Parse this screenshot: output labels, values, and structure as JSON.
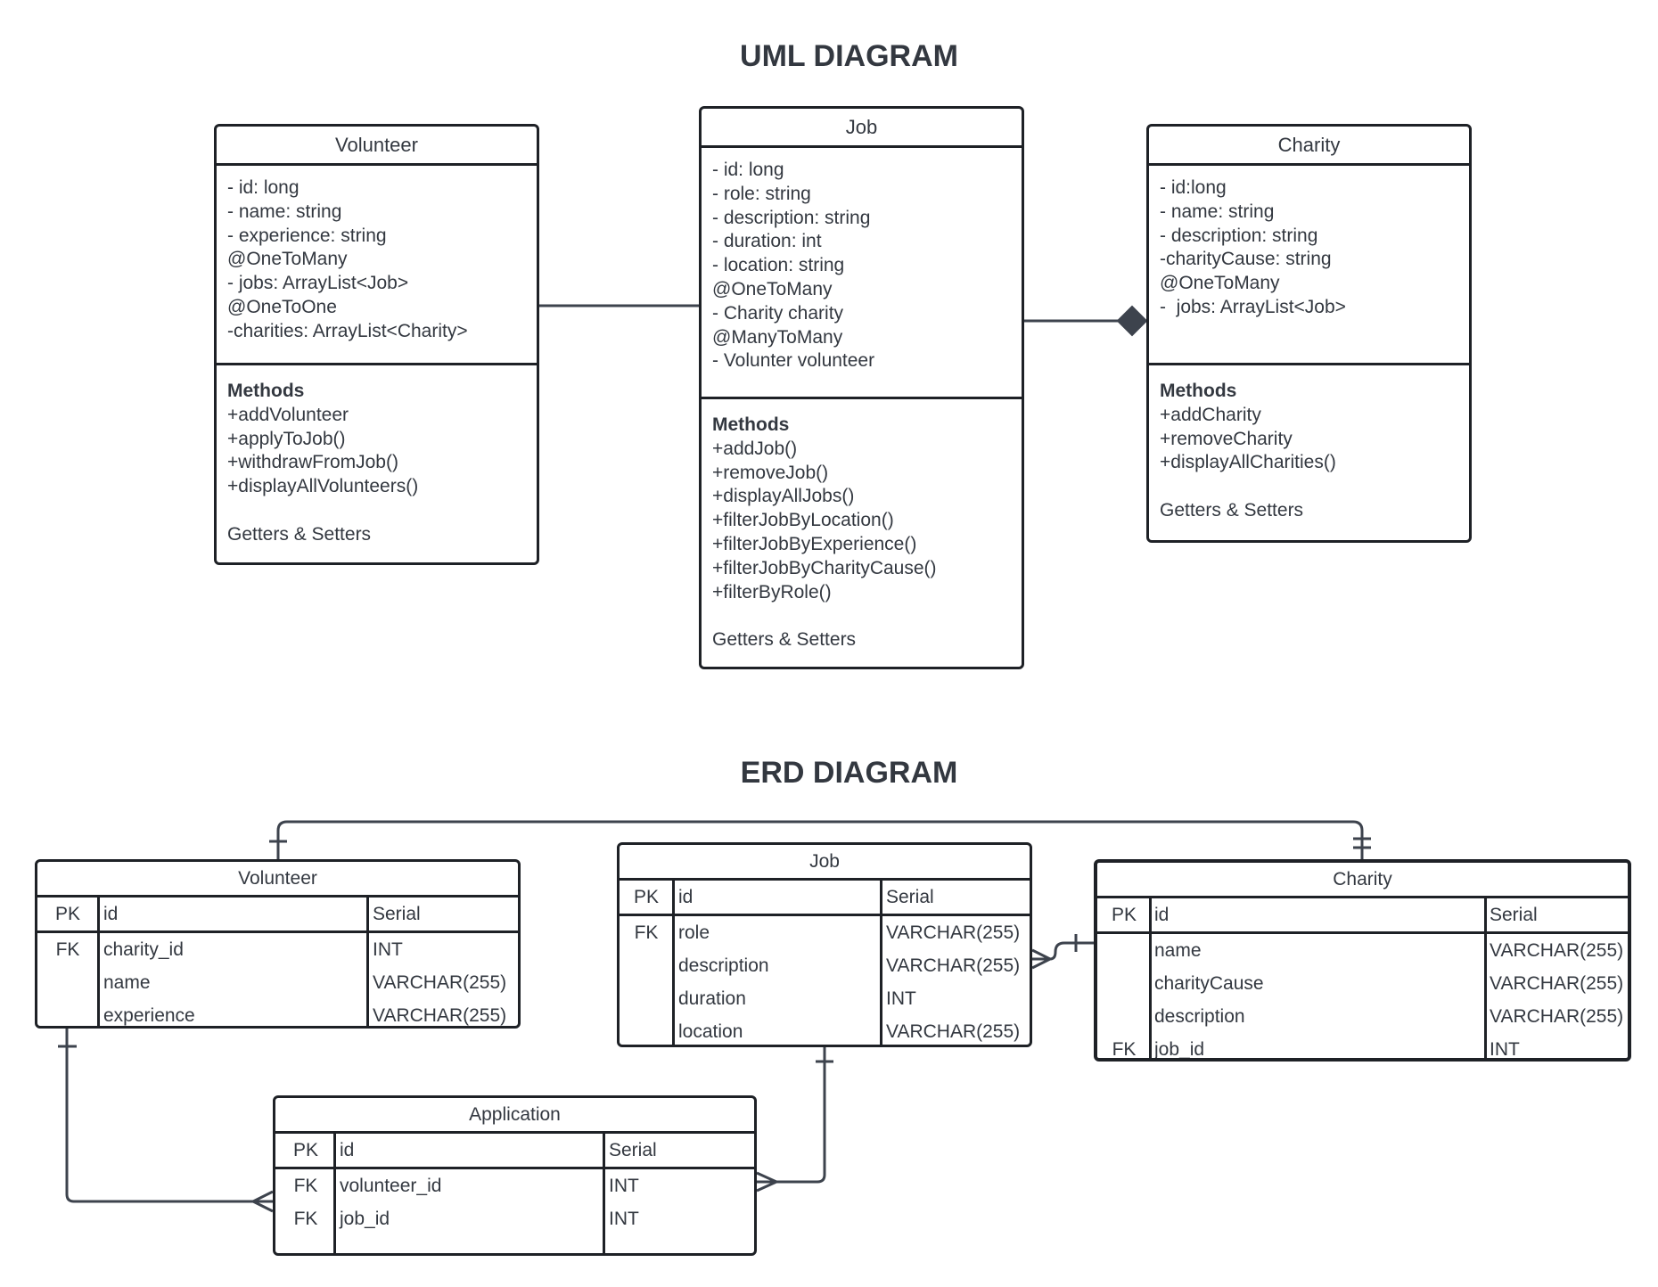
{
  "uml": {
    "title": "UML DIAGRAM",
    "volunteer": {
      "name": "Volunteer",
      "attributes": [
        "- id: long",
        "- name: string",
        "- experience: string",
        "@OneToMany",
        "- jobs: ArrayList<Job>",
        "@OneToOne",
        "-charities: ArrayList<Charity>"
      ],
      "methods_label": "Methods",
      "methods": [
        "+addVolunteer",
        "+applyToJob()",
        "+withdrawFromJob()",
        "+displayAllVolunteers()"
      ],
      "footer": "Getters & Setters"
    },
    "job": {
      "name": "Job",
      "attributes": [
        "- id: long",
        "- role: string",
        "- description: string",
        "- duration: int",
        "- location: string",
        "@OneToMany",
        "- Charity charity",
        "@ManyToMany",
        "- Volunter volunteer"
      ],
      "methods_label": "Methods",
      "methods": [
        "+addJob()",
        "+removeJob()",
        "+displayAllJobs()",
        "+filterJobByLocation()",
        "+filterJobByExperience()",
        "+filterJobByCharityCause()",
        "+filterByRole()"
      ],
      "footer": "Getters & Setters"
    },
    "charity": {
      "name": "Charity",
      "attributes": [
        "- id:long",
        "- name: string",
        "- description: string",
        "-charityCause: string",
        "@OneToMany",
        "-  jobs: ArrayList<Job>"
      ],
      "methods_label": "Methods",
      "methods": [
        "+addCharity",
        "+removeCharity",
        "+displayAllCharities()"
      ],
      "footer": "Getters & Setters"
    }
  },
  "erd": {
    "title": "ERD DIAGRAM",
    "volunteer": {
      "name": "Volunteer",
      "rows": [
        {
          "key": "PK",
          "field": "id",
          "type": "Serial"
        },
        {
          "key": "FK",
          "field": "charity_id",
          "type": "INT"
        },
        {
          "key": "",
          "field": "name",
          "type": "VARCHAR(255)"
        },
        {
          "key": "",
          "field": "experience",
          "type": "VARCHAR(255)"
        }
      ]
    },
    "job": {
      "name": "Job",
      "rows": [
        {
          "key": "PK",
          "field": "id",
          "type": "Serial"
        },
        {
          "key": "FK",
          "field": "role",
          "type": "VARCHAR(255)"
        },
        {
          "key": "",
          "field": "description",
          "type": "VARCHAR(255)"
        },
        {
          "key": "",
          "field": "duration",
          "type": "INT"
        },
        {
          "key": "",
          "field": "location",
          "type": "VARCHAR(255)"
        }
      ]
    },
    "charity": {
      "name": "Charity",
      "rows": [
        {
          "key": "PK",
          "field": "id",
          "type": "Serial"
        },
        {
          "key": "",
          "field": "name",
          "type": "VARCHAR(255)"
        },
        {
          "key": "",
          "field": "charityCause",
          "type": "VARCHAR(255)"
        },
        {
          "key": "",
          "field": "description",
          "type": "VARCHAR(255)"
        },
        {
          "key": "FK",
          "field": "job_id",
          "type": "INT"
        }
      ]
    },
    "application": {
      "name": "Application",
      "rows": [
        {
          "key": "PK",
          "field": "id",
          "type": "Serial"
        },
        {
          "key": "FK",
          "field": "volunteer_id",
          "type": "INT"
        },
        {
          "key": "FK",
          "field": "job_id",
          "type": "INT"
        }
      ]
    }
  }
}
